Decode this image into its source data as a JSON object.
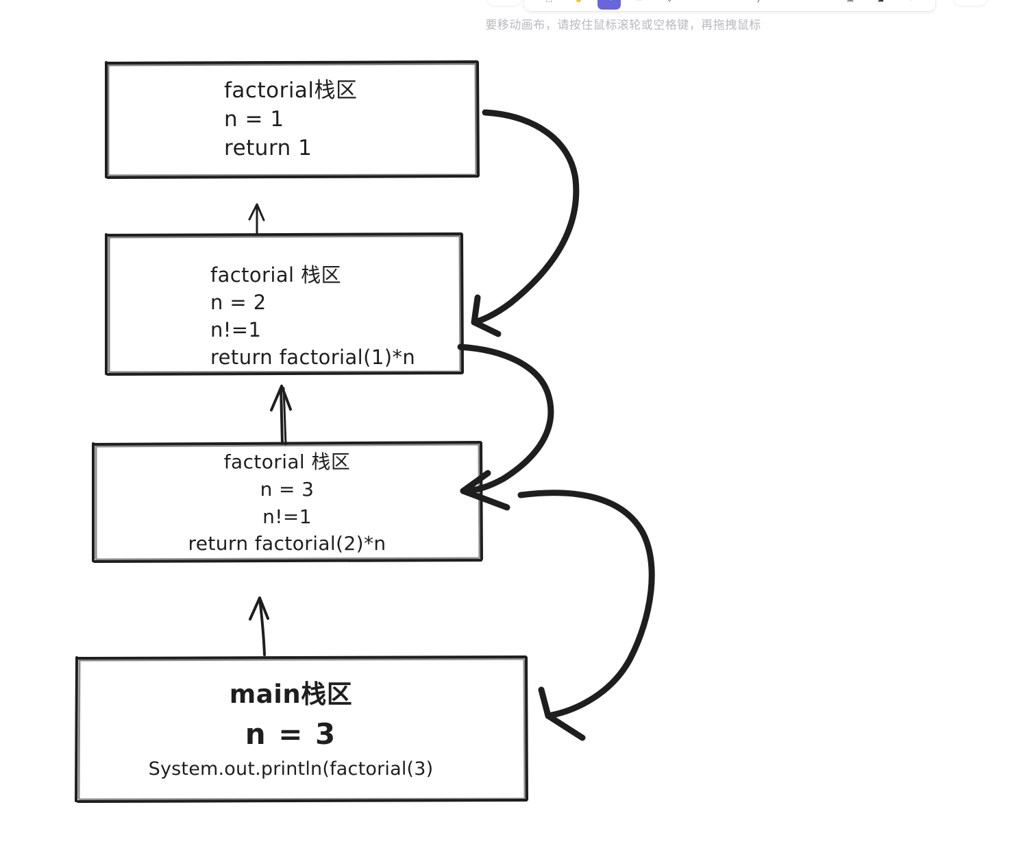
{
  "app": {
    "canvas_hint": "要移动画布，请按住鼠标滚轮或空格键，再拖拽鼠标",
    "accent_color": "#6965db",
    "stroke_color": "#1e1e1e",
    "background_color": "#ffffff"
  },
  "toolbar": {
    "tools": [
      {
        "name": "lock-icon",
        "glyph": "⬚",
        "selected": false
      },
      {
        "name": "hand-icon",
        "glyph": "✋",
        "selected": false
      },
      {
        "name": "selection-icon",
        "glyph": "↖",
        "selected": true
      },
      {
        "name": "rectangle-icon",
        "glyph": "▭",
        "selected": false
      },
      {
        "name": "diamond-icon",
        "glyph": "◇",
        "selected": false
      },
      {
        "name": "ellipse-icon",
        "glyph": "○",
        "selected": false
      },
      {
        "name": "arrow-icon",
        "glyph": "→",
        "selected": false
      },
      {
        "name": "line-icon",
        "glyph": "╱",
        "selected": false
      },
      {
        "name": "draw-icon",
        "glyph": "✎",
        "selected": false
      },
      {
        "name": "text-icon",
        "glyph": "A",
        "selected": false
      },
      {
        "name": "image-icon",
        "glyph": "▣",
        "selected": false
      },
      {
        "name": "eraser-icon",
        "glyph": "◢",
        "selected": false
      },
      {
        "name": "more-tools-icon",
        "glyph": "▾",
        "selected": false
      }
    ],
    "left_panel_name": "menu-panel",
    "right_panel_name": "library-panel"
  },
  "diagram": {
    "title": "factorial recursion call stack",
    "boxes": [
      {
        "id": "factorial-n1",
        "lines": [
          "factorial栈区",
          "n = 1",
          "return 1"
        ]
      },
      {
        "id": "factorial-n2",
        "lines": [
          "factorial 栈区",
          "n = 2",
          "n!=1",
          "return factorial(1)*n"
        ]
      },
      {
        "id": "factorial-n3",
        "lines": [
          "factorial 栈区",
          "n = 3",
          "n!=1",
          "return factorial(2)*n"
        ]
      },
      {
        "id": "main",
        "title": "main栈区",
        "value": "n = 3",
        "code": "System.out.println(factorial(3)"
      }
    ],
    "arrows": [
      {
        "name": "call-arrow-main-to-n3",
        "from": "main",
        "to": "factorial-n3",
        "style": "straight-up"
      },
      {
        "name": "call-arrow-n3-to-n2",
        "from": "factorial-n3",
        "to": "factorial-n2",
        "style": "straight-up-double"
      },
      {
        "name": "call-arrow-n2-to-n1",
        "from": "factorial-n2",
        "to": "factorial-n1",
        "style": "straight-up"
      },
      {
        "name": "return-arrow-n1-to-n2",
        "from": "factorial-n1",
        "to": "factorial-n2",
        "style": "curved-right"
      },
      {
        "name": "return-arrow-n2-to-n3",
        "from": "factorial-n2",
        "to": "factorial-n3",
        "style": "curved-right"
      },
      {
        "name": "return-arrow-n3-to-main",
        "from": "factorial-n3",
        "to": "main",
        "style": "curved-right"
      }
    ]
  }
}
